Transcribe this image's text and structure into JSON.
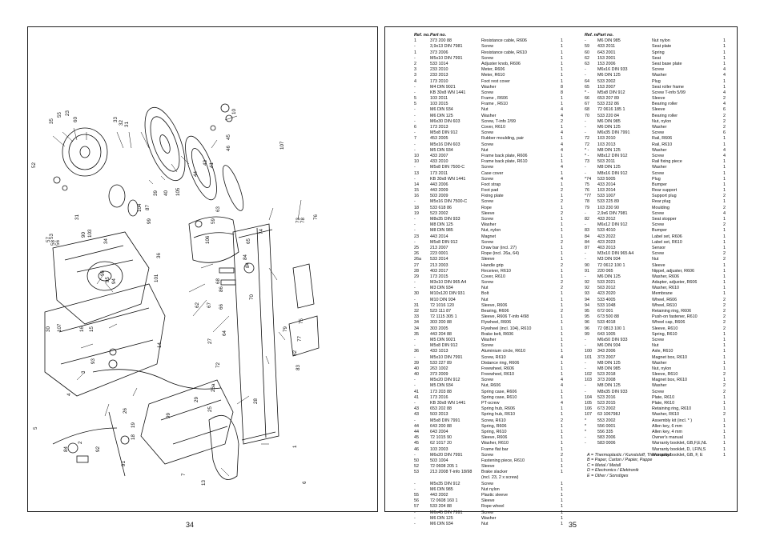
{
  "pages": {
    "left_number": "34",
    "right_number": "35"
  },
  "table_headers": {
    "ref": "Ref. no.",
    "part": "Part no."
  },
  "parts_left": [
    [
      "1",
      "373 200 88",
      "Resistance cable, R606",
      "1"
    ],
    [
      "-",
      "3,9x13 DIN 7981",
      "Screw",
      "1"
    ],
    [
      "1",
      "373 2006",
      "Resistance cable, R610",
      "1"
    ],
    [
      "-",
      "M5x10 DIN 7991",
      "Screw",
      "1"
    ],
    [
      "2",
      "533 1014",
      "Adjuster knob, R606",
      "1"
    ],
    [
      "3",
      "233 2010",
      "Meter, R606",
      "1"
    ],
    [
      "3",
      "233 2013",
      "Meter, R610",
      "1"
    ],
    [
      "4",
      "173 2010",
      "Foot rest cover",
      "1"
    ],
    [
      "-",
      "M4 DIN 9021",
      "Washer",
      "8"
    ],
    [
      "-",
      "KB 30x8 WN 1441",
      "Screw",
      "8"
    ],
    [
      "5",
      "103 2011",
      "Frame , R606",
      "1"
    ],
    [
      "5",
      "103 2015",
      "Frame , R610",
      "1"
    ],
    [
      "-",
      "M6 DIN 934",
      "Nut",
      "4"
    ],
    [
      "-",
      "M6 DIN 125",
      "Washer",
      "4"
    ],
    [
      "-",
      "M6x30 DIN 603",
      "Screw, T-info 2/99",
      "2"
    ],
    [
      "6",
      "173 2013",
      "Cover, R610",
      "1"
    ],
    [
      "-",
      "M5x8 DIN 912",
      "Screw",
      "4"
    ],
    [
      "7",
      "453 2005",
      "Rubber moulding, pair",
      "1"
    ],
    [
      "-",
      "M5x16 DIN 603",
      "Screw",
      "4"
    ],
    [
      "-",
      "M5 DIN 934",
      "Nut",
      "4"
    ],
    [
      "10",
      "433 2007",
      "Frame back plate, R606",
      "1"
    ],
    [
      "10",
      "433 2010",
      "Frame back plate, R610",
      "1"
    ],
    [
      "-",
      "M5x8 DIN 7500-C",
      "Screw",
      "4"
    ],
    [
      "13",
      "173 2011",
      "Case cover",
      "1"
    ],
    [
      "-",
      "KB 30x8 WN 1441",
      "Screw",
      "4"
    ],
    [
      "14",
      "443 2006",
      "Foot strap",
      "1"
    ],
    [
      "15",
      "443 2009",
      "Foot pad",
      "2"
    ],
    [
      "16",
      "503 2009",
      "Fixing plate",
      "1"
    ],
    [
      "-",
      "M5x16 DIN 7500-C",
      "Screw",
      "2"
    ],
    [
      "18",
      "533 618 86",
      "Rope",
      "1"
    ],
    [
      "19",
      "523 2002",
      "Sleeve",
      "2"
    ],
    [
      "-",
      "M8x35 DIN 933",
      "Screw",
      "1"
    ],
    [
      "-",
      "M8 DIN 125",
      "Washer",
      "1"
    ],
    [
      "-",
      "M8 DIN 985",
      "Nut, nylon",
      "1"
    ],
    [
      "23",
      "443 2014",
      "Magnet",
      "1"
    ],
    [
      "-",
      "M5x8 DIN 912",
      "Screw",
      "2"
    ],
    [
      "25",
      "213 2007",
      "Draw bar (incl. 27)",
      "1"
    ],
    [
      "26",
      "223 0001",
      "Rope (incl. 26a, 64)",
      "1"
    ],
    [
      "26a",
      "533 2014",
      "Sleeve",
      "1"
    ],
    [
      "27",
      "213 2003",
      "Handle grip",
      "2"
    ],
    [
      "28",
      "403 2017",
      "Receiver, R610",
      "1"
    ],
    [
      "29",
      "173 2015",
      "Cover, R610",
      "1"
    ],
    [
      "-",
      "M3x10 DIN 965 A4",
      "Screw",
      "2"
    ],
    [
      "-",
      "M3 DIN 934",
      "Nut",
      "2"
    ],
    [
      "30",
      "M10x120 DIN 931",
      "Bolt",
      "1"
    ],
    [
      "-",
      "M10 DIN 934",
      "Nut",
      "1"
    ],
    [
      "31",
      "72 1016 120",
      "Sleeve, R606",
      "1"
    ],
    [
      "32",
      "523 111 87",
      "Bearing, R606",
      "2"
    ],
    [
      "33",
      "72 1115 305 1",
      "Sleeve, R606 T-info 4/98",
      "1"
    ],
    [
      "34",
      "303 200 88",
      "Flywheel, R606",
      "1"
    ],
    [
      "34",
      "303 2005",
      "Flywheel (incl. 104), R610",
      "1"
    ],
    [
      "35",
      "443 204 88",
      "Brake belt, R606",
      "1"
    ],
    [
      "-",
      "M5 DIN 9021",
      "Washer",
      "1"
    ],
    [
      "-",
      "M5x8 DIN 912",
      "Screw",
      "1"
    ],
    [
      "36",
      "433 1013",
      "Aluminium circle, R610",
      "1"
    ],
    [
      "-",
      "M5x10 DIN 7991",
      "Screw, R610",
      "4"
    ],
    [
      "39",
      "533 227 89",
      "Distance ring, R606",
      "1"
    ],
    [
      "40",
      "263 1002",
      "Freewheel, R606",
      "1"
    ],
    [
      "40",
      "373 2009",
      "Freewheel, R610",
      "1"
    ],
    [
      "-",
      "M5x20 DIN 912",
      "Screw",
      "4"
    ],
    [
      "-",
      "M5 DIN 934",
      "Nut, R606",
      "4"
    ],
    [
      "41",
      "173 203 88",
      "Spring case, R606",
      "1"
    ],
    [
      "41",
      "173 2016",
      "Spring case, R610",
      "1"
    ],
    [
      "-",
      "KB 30x8 WN 1441",
      "PT-screw",
      "4"
    ],
    [
      "43",
      "653 202 88",
      "Spring hub, R606",
      "1"
    ],
    [
      "43",
      "503 2013",
      "Spring hub, R610",
      "1"
    ],
    [
      "-",
      "M5x8 DIN 7991",
      "Screw, R610",
      "2"
    ],
    [
      "44",
      "643 200 88",
      "Spring, R606",
      "1"
    ],
    [
      "44",
      "643 2004",
      "Spring, R610",
      "1"
    ],
    [
      "45",
      "72 1015 90",
      "Sleeve, R606",
      "1"
    ],
    [
      "45",
      "62 1017 20",
      "Washer, R610",
      "1"
    ],
    [
      "46",
      "103 2003",
      "Frame flat bar",
      "1"
    ],
    [
      "-",
      "M6x20 DIN 7991",
      "Screw",
      "2"
    ],
    [
      "50",
      "503 1004",
      "Fastening piece, R610",
      "1"
    ],
    [
      "52",
      "72 0608 205 1",
      "Sleeve",
      "1"
    ],
    [
      "53",
      "213 2008 T-info 18/98",
      "Brake slacker",
      "1"
    ],
    [
      "",
      "",
      "(incl. 23, 2 x screw)",
      ""
    ],
    [
      "-",
      "M5x35 DIN 912",
      "Screw",
      "1"
    ],
    [
      "-",
      "M6 DIN 985",
      "Nut nylon",
      "1"
    ],
    [
      "55",
      "443 2002",
      "Plastic sleeve",
      "1"
    ],
    [
      "56",
      "72 0608 160 1",
      "Sleeve",
      "1"
    ],
    [
      "57",
      "533 204 88",
      "Rope wheel",
      "1"
    ],
    [
      "-",
      "M6x45 DIN 7991",
      "Screw",
      "1"
    ],
    [
      "-",
      "M6 DIN 125",
      "Washer",
      "1"
    ],
    [
      "-",
      "M6 DIN 934",
      "Nut",
      "1"
    ]
  ],
  "parts_right": [
    [
      "-",
      "M6 DIN 985",
      "Nut nylon",
      "1"
    ],
    [
      "59",
      "433 2011",
      "Seat plate",
      "1"
    ],
    [
      "60",
      "643 2001",
      "Spring",
      "1"
    ],
    [
      "62",
      "153 2001",
      "Seat",
      "1"
    ],
    [
      "63",
      "153 2006",
      "Seat base plate",
      "1"
    ],
    [
      "-",
      "M6x16 DIN 933",
      "Screw",
      "4"
    ],
    [
      "-",
      "M6 DIN 125",
      "Washer",
      "4"
    ],
    [
      "64",
      "533 2002",
      "Plug",
      "1"
    ],
    [
      "65",
      "153 2007",
      "Seat roller frame",
      "1"
    ],
    [
      "* -",
      "M5x8 DIN 912",
      "Screw T-info 5/99",
      "4"
    ],
    [
      "66",
      "653 207 89",
      "Sleeve",
      "2"
    ],
    [
      "67",
      "533 232 86",
      "Bearing roller",
      "4"
    ],
    [
      "68",
      "72 0616 185 1",
      "Sleeve",
      "6"
    ],
    [
      "70",
      "533 220 84",
      "Bearing roller",
      "2"
    ],
    [
      "-",
      "M6 DIN 985",
      "Nut, nylon",
      "2"
    ],
    [
      "-",
      "M6 DIN 125",
      "Washer",
      "2"
    ],
    [
      "-",
      "M6x35 DIN 7991",
      "Screw",
      "6"
    ],
    [
      "72",
      "103 2010",
      "Rail, R606",
      "1"
    ],
    [
      "72",
      "103 2013",
      "Rail, R610",
      "1"
    ],
    [
      "* -",
      "M8 DIN 125",
      "Washer",
      "4"
    ],
    [
      "* -",
      "M8x12 DIN 912",
      "Screw",
      "4"
    ],
    [
      "73",
      "503 2011",
      "Rail fixing piece",
      "1"
    ],
    [
      "-",
      "M8 DIN 125",
      "Washer",
      "1"
    ],
    [
      "-",
      "M8x16 DIN 912",
      "Screw",
      "1"
    ],
    [
      "*74",
      "533 5005",
      "Plug",
      "1"
    ],
    [
      "75",
      "433 2014",
      "Bumper",
      "1"
    ],
    [
      "76",
      "103 2014",
      "Rear support",
      "1"
    ],
    [
      "*77",
      "533 1007",
      "Support plug",
      "2"
    ],
    [
      "78",
      "533 225 89",
      "Rear plug",
      "1"
    ],
    [
      "79",
      "103 230 90",
      "Moulding",
      "2"
    ],
    [
      "-",
      "2,9x6 DIN 7981",
      "Screw",
      "4"
    ],
    [
      "82",
      "433 2012",
      "Seat stopper",
      "1"
    ],
    [
      "-",
      "M6x12 DIN 912",
      "Screw",
      "2"
    ],
    [
      "83",
      "533 4010",
      "Bumper",
      "1"
    ],
    [
      "84",
      "423 2022",
      "Label set, R606",
      "1"
    ],
    [
      "84",
      "423 2023",
      "Label set, R610",
      "1"
    ],
    [
      "87",
      "403 2013",
      "Sensor",
      "1"
    ],
    [
      "-",
      "M3x10 DIN 965 A4",
      "Screw",
      "2"
    ],
    [
      "-",
      "M3 DIN 934",
      "Nut",
      "2"
    ],
    [
      "90",
      "72 0612 100 1",
      "Sleeve",
      "1"
    ],
    [
      "91",
      "220 065",
      "Nippel, adjuster, R606",
      "1"
    ],
    [
      "-",
      "M6 DIN 125",
      "Washer, R606",
      "1"
    ],
    [
      "92",
      "533 2021",
      "Adapter, adjuster, R606",
      "1"
    ],
    [
      "92",
      "503 2012",
      "Washer, R610",
      "1"
    ],
    [
      "93",
      "423 2020",
      "Membrane",
      "1"
    ],
    [
      "94",
      "533 4005",
      "Wheel, R606",
      "2"
    ],
    [
      "94",
      "533 1048",
      "Wheel, R610",
      "2"
    ],
    [
      "95",
      "672 001",
      "Retaining ring, R606",
      "2"
    ],
    [
      "95",
      "673 500 88",
      "Push-on fastener, R610",
      "2"
    ],
    [
      "96",
      "533 4018",
      "Wheel cap, R606",
      "2"
    ],
    [
      "96",
      "72 0813 100 1",
      "Sleeve, R610",
      "2"
    ],
    [
      "99",
      "643 1005",
      "Spring, R610",
      "1"
    ],
    [
      "-",
      "M6x50 DIN 933",
      "Screw",
      "1"
    ],
    [
      "-",
      "M6 DIN 934",
      "Nut",
      "1"
    ],
    [
      "100",
      "343 2006",
      "Axle, R610",
      "1"
    ],
    [
      "101",
      "373 2007",
      "Magnet box, R610",
      "1"
    ],
    [
      "-",
      "M8 DIN 125",
      "Washer",
      "1"
    ],
    [
      "-",
      "M8 DIN 985",
      "Nut, nylon",
      "1"
    ],
    [
      "102",
      "523 2018",
      "Sleeve, R610",
      "2"
    ],
    [
      "103",
      "373 2008",
      "Magnet box, R610",
      "1"
    ],
    [
      "-",
      "M8 DIN 125",
      "Washer",
      "2"
    ],
    [
      "-",
      "M8x35 DIN 933",
      "Screw",
      "2"
    ],
    [
      "104",
      "523 2016",
      "Plate, R610",
      "1"
    ],
    [
      "105",
      "523 2015",
      "Plate, R610",
      "1"
    ],
    [
      "106",
      "673 2002",
      "Retaining ring, R610",
      "1"
    ],
    [
      "107",
      "63 106798J",
      "Washer, R610",
      "2"
    ],
    [
      "*",
      "553 2002",
      "Assembly kit (incl. * )",
      "1"
    ],
    [
      "*",
      "556 0001",
      "Allen key, 6 mm",
      "1"
    ],
    [
      "*",
      "556 335",
      "Allen key, 4 mm",
      "1"
    ],
    [
      "-",
      "583 2006",
      "Owner's manual",
      "1"
    ],
    [
      "-",
      "583 0006",
      "Warranty booklet, GB,F,E,NL",
      "1"
    ],
    [
      "",
      "",
      "Warranty booklet, D, I,FIN,S",
      "1"
    ],
    [
      "",
      "",
      "Warranty booklet, GB, F, E",
      "1"
    ]
  ],
  "legend": [
    "A = Thermoplastic / Kunststoff, Thermoplast",
    "B = Paper, Carton / Papier, Pappe",
    "C = Metal / Metall",
    "D = Electronics / Elektronik",
    "E = Other / Sonstiges"
  ],
  "callouts": [
    "35",
    "55",
    "23",
    "60",
    "33",
    "32",
    "31",
    "52",
    "107",
    "84",
    "10",
    "45",
    "46",
    "41",
    "43",
    "44",
    "105",
    "40",
    "39",
    "87",
    "104",
    "96",
    "95",
    "94",
    "99",
    "34",
    "31",
    "90",
    "103",
    "57",
    "58",
    "56",
    "53",
    "106",
    "59",
    "63",
    "74",
    "78",
    "73",
    "76",
    "65",
    "84",
    "79",
    "75",
    "77",
    "101",
    "36",
    "62",
    "86",
    "66",
    "67",
    "68",
    "70",
    "30",
    "107",
    "16",
    "15",
    "64",
    "27",
    "72",
    "82",
    "83",
    "14",
    "25",
    "26a",
    "3",
    "93",
    "4",
    "26",
    "29",
    "28",
    "19",
    "18",
    "99",
    "2",
    "92",
    "1",
    "91",
    "7",
    "6",
    "13",
    "84",
    "5"
  ]
}
